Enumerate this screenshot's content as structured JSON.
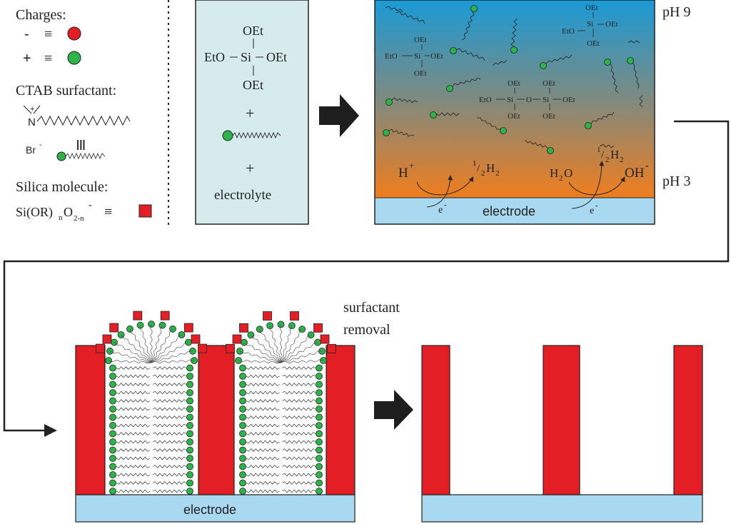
{
  "legend": {
    "charges_title": "Charges:",
    "minus": "-",
    "plus": "+",
    "equiv": "≡",
    "ctab_title": "CTAB surfactant:",
    "n_plus": "+",
    "n_label": "N",
    "br_label": "Br",
    "br_sup": "-",
    "ctab_equiv": "|||",
    "silica_title": "Silica molecule:",
    "silica_formula_a": "Si(OR)",
    "silica_formula_n": "n",
    "silica_formula_b": "O",
    "silica_formula_sub": "2-n",
    "silica_formula_sup": "-",
    "silica_equiv": "≡"
  },
  "reactants": {
    "oet_top": "OEt",
    "eto_left": "EtO",
    "si": "Si",
    "oet_right": "OEt",
    "oet_bottom": "OEt",
    "plus1": "+",
    "plus2": "+",
    "electrolyte": "electrolyte"
  },
  "cell": {
    "ph_top": "pH 9",
    "ph_bottom": "pH 3",
    "h_plus": "H",
    "h_plus_sup": "+",
    "half_h2_a": "1",
    "half_h2_b": "/",
    "half_h2_c": "2",
    "half_h2_d": "H",
    "half_h2_e": "2",
    "h2o": "H",
    "h2o_sub": "2",
    "h2o_o": "O",
    "oh": "OH",
    "oh_sup": "-",
    "e_minus": "e",
    "e_sup": "-",
    "electrode": "electrode",
    "oet": "OEt",
    "eto": "EtO",
    "si": "Si",
    "o": "O"
  },
  "bottom": {
    "surfactant_removal_1": "surfactant",
    "surfactant_removal_2": "removal",
    "electrode": "electrode"
  },
  "colors": {
    "red": "#e31e24",
    "green": "#2db34a",
    "light_blue": "#a9d8f1",
    "reactant_box": "#d6ecec",
    "gradient_top": "#1a9ad6",
    "gradient_bottom": "#f07d1e"
  }
}
